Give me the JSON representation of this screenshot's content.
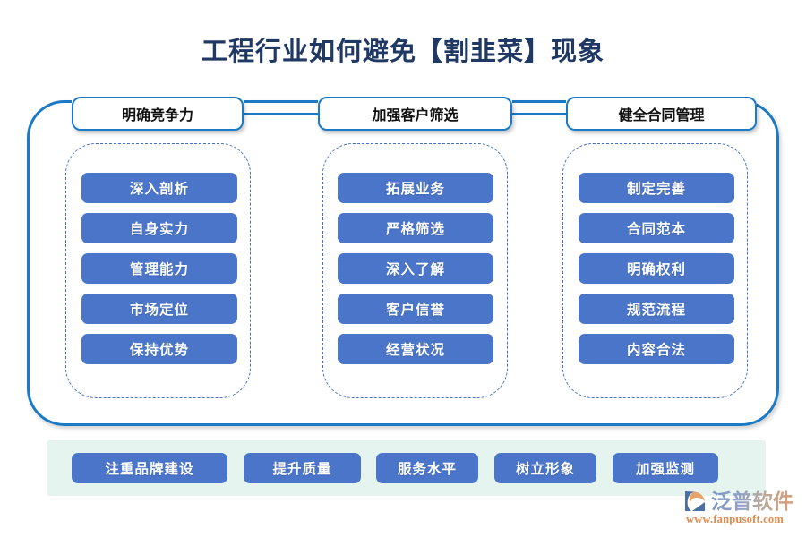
{
  "page": {
    "title": "工程行业如何避免【割韭菜】现象",
    "title_color": "#1f3864",
    "frame_color": "#1b7ac6",
    "item_color": "#4a75c9",
    "dashed_color": "#4472c4",
    "bottom_bar_color": "#e5f4ee"
  },
  "columns": [
    {
      "header": "明确竞争力",
      "items": [
        "深入剖析",
        "自身实力",
        "管理能力",
        "市场定位",
        "保持优势"
      ]
    },
    {
      "header": "加强客户筛选",
      "items": [
        "拓展业务",
        "严格筛选",
        "深入了解",
        "客户信誉",
        "经营状况"
      ]
    },
    {
      "header": "健全合同管理",
      "items": [
        "制定完善",
        "合同范本",
        "明确权利",
        "规范流程",
        "内容合法"
      ]
    }
  ],
  "bottom_items": [
    "注重品牌建设",
    "提升质量",
    "服务水平",
    "树立形象",
    "加强监测"
  ],
  "logo": {
    "name": "泛普软件",
    "url": "www.fanpusoft.com",
    "mark_blue": "#4a6fa5",
    "mark_orange": "#e8a36a"
  }
}
